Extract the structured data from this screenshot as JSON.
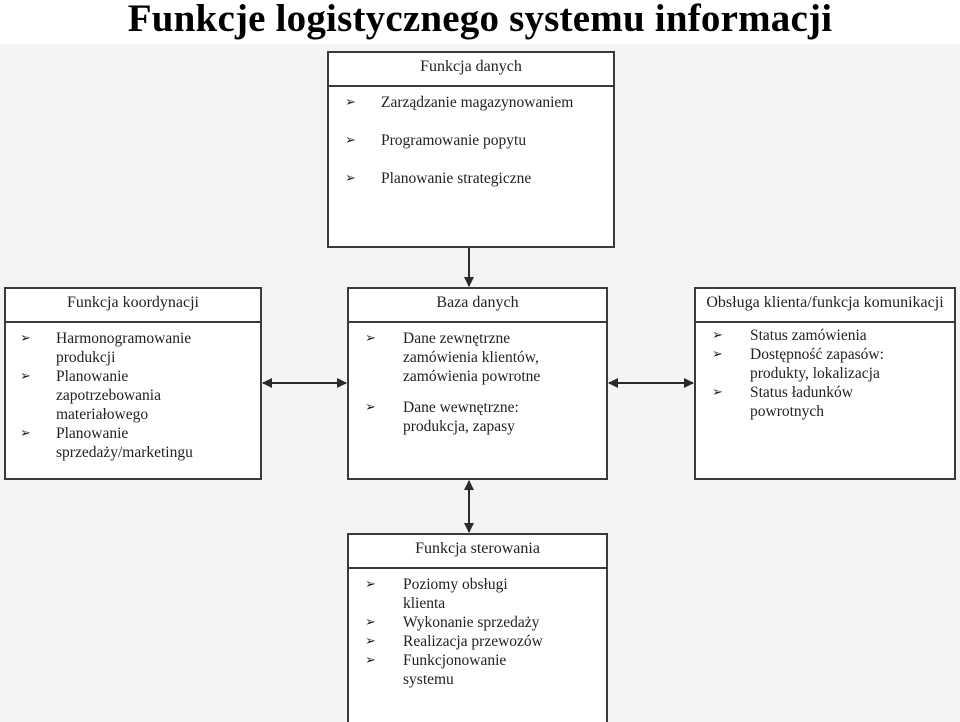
{
  "title": "Funkcje logistycznego systemu informacji",
  "boxes": {
    "data_function": {
      "title": "Funkcja danych",
      "items": [
        "Zarządzanie magazynowaniem",
        "Programowanie popytu",
        "Planowanie strategiczne"
      ]
    },
    "coordination_function": {
      "title": "Funkcja koordynacji",
      "items": [
        "Harmonogramowanie produkcji",
        "Planowanie zapotrzebowania materiałowego",
        "Planowanie sprzedaży/marketingu"
      ]
    },
    "database": {
      "title": "Baza danych",
      "items": [
        "Dane zewnętrzne zamówienia klientów, zamówienia powrotne",
        "Dane wewnętrzne: produkcja, zapasy"
      ]
    },
    "customer_service": {
      "title": "Obsługa klienta/funkcja komunikacji",
      "items": [
        "Status zamówienia",
        "Dostępność zapasów: produkty, lokalizacja",
        "Status ładunków powrotnych"
      ]
    },
    "control_function": {
      "title": "Funkcja sterowania",
      "items": [
        "Poziomy obsługi klienta",
        "Wykonanie sprzedaży",
        "Realizacja przewozów",
        "Funkcjonowanie systemu"
      ]
    }
  },
  "icons": {
    "bullet": "arrowhead-bullet-icon"
  },
  "colors": {
    "border": "#3a3a3a",
    "background": "#f4f4f4",
    "text": "#222222"
  }
}
